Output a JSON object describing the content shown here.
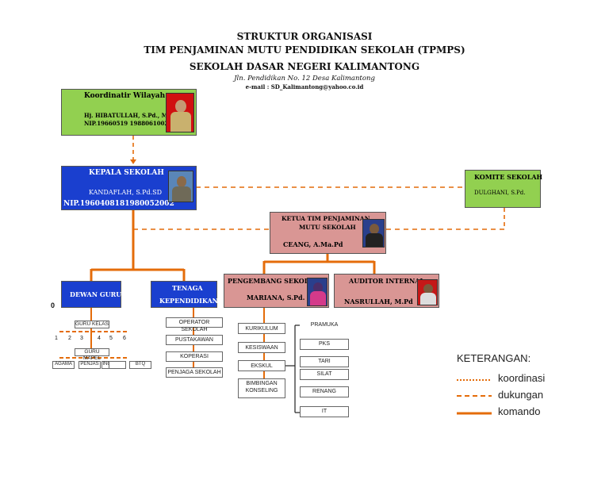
{
  "header": {
    "line1": "STRUKTUR ORGANISASI",
    "line2": "TIM PENJAMINAN MUTU PENDIDIKAN SEKOLAH (TPMPS)",
    "line3": "SEKOLAH DASAR NEGERI KALIMANTONG",
    "address": "Jln. Pendidikan No. 12 Desa Kalimantong",
    "email": "e-mail : SD_Kalimantong@yahoo.co.id"
  },
  "koordinator": {
    "title": "Koordinatir Wilayah",
    "name": "Hj. HIBATULLAH, S.Pd., M.Pd.",
    "nip": "NIP.19660519 1988061002"
  },
  "kepala": {
    "title": "KEPALA SEKOLAH",
    "name": "KANDAFLAH, S.Pd.SD",
    "nip": "NIP.1960408181980052002"
  },
  "komite": {
    "title": "KOMITE SEKOLAH",
    "name": "DULGHANI, S.Pd."
  },
  "ketua": {
    "title_line1": "KETUA TIM PENJAMINAN",
    "title_line2": "MUTU SEKOLAH",
    "name": "CEANG, A.Ma.Pd"
  },
  "pengembang": {
    "title": "PENGEMBANG SEKOLAH",
    "name": "MARIANA, S.Pd."
  },
  "auditor": {
    "title": "AUDITOR INTERNAL",
    "name": "NASRULLAH, M.Pd"
  },
  "dewan_guru": {
    "title": "DEWAN GURU"
  },
  "tenaga": {
    "title_line1": "TENAGA",
    "title_line2": "KEPENDIDIKAN"
  },
  "zero": "0",
  "guru_kelas": "GURU KELAS",
  "class_numbers": [
    "1",
    "2",
    "3",
    "4",
    "5",
    "6"
  ],
  "guru_mapel": "GURU MAPEL",
  "mapel": [
    "AGAMA",
    "PENJAS",
    "INGGRIS",
    "",
    "BTQ"
  ],
  "tenaga_items": [
    "OPERATOR SEKOLAH",
    "PUSTAKAWAN",
    "KOPERASI",
    "PENJAGA SEKOLAH"
  ],
  "pengembang_items": [
    "KURIKULUM",
    "KESISWAAN",
    "EKSKUL",
    "BIMBINGAN KONSELING"
  ],
  "ekskul_items": [
    "PRAMUKA",
    "PKS",
    "TARI",
    "SILAT",
    "RENANG",
    "IT"
  ],
  "legend": {
    "title": "KETERANGAN:",
    "items": [
      {
        "label": "koordinasi",
        "style": "dotted"
      },
      {
        "label": "dukungan",
        "style": "dashed"
      },
      {
        "label": "komando",
        "style": "solid"
      }
    ]
  },
  "colors": {
    "line": "#e46c0a",
    "green": "#92d050",
    "blue": "#1a3fcf",
    "pink": "#d99694"
  }
}
